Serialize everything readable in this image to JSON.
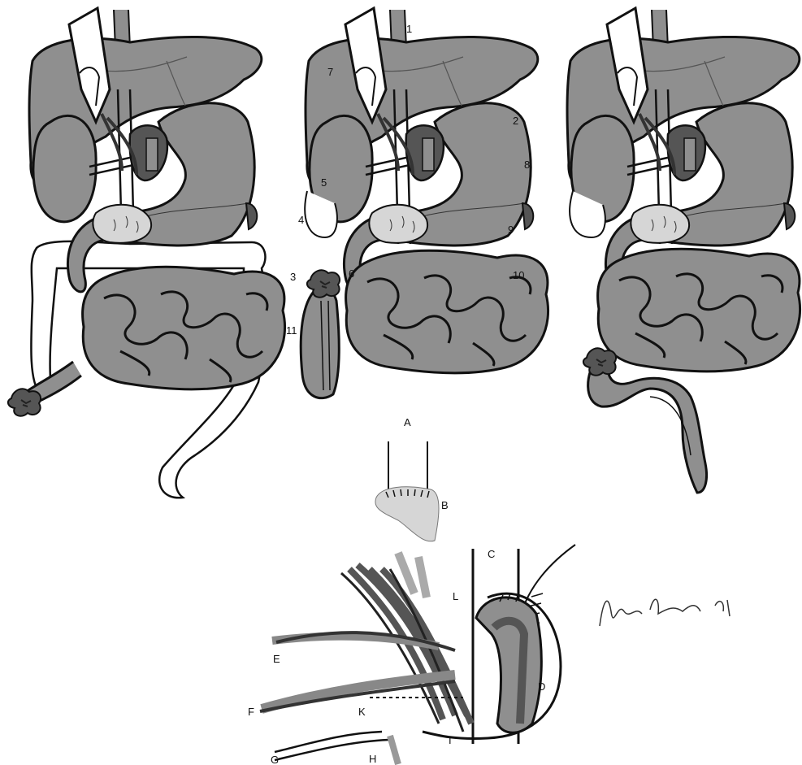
{
  "colors": {
    "organ": "#8f8f8f",
    "dark_organ": "#555555",
    "light_organ": "#d6d6d6",
    "outline": "#111111",
    "vessel": "#404040",
    "background": "#ffffff"
  },
  "panel_a": {
    "label": "A",
    "numbers": [
      "1",
      "2",
      "3",
      "4",
      "5",
      "6",
      "7",
      "8",
      "9",
      "10",
      "11"
    ]
  },
  "panel_b": {
    "label": "B"
  },
  "detail": {
    "letters": [
      "C",
      "D",
      "E",
      "F",
      "G",
      "H",
      "I",
      "K",
      "L"
    ]
  },
  "signature": {
    "text": "Andras Pacher 04"
  }
}
